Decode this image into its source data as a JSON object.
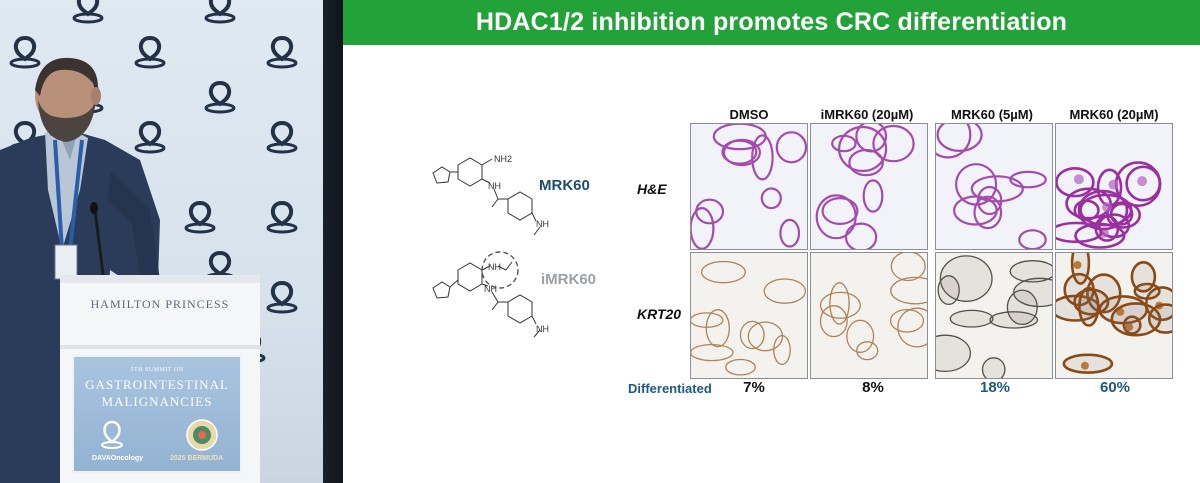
{
  "slide": {
    "title": "HDAC1/2 inhibition promotes CRC differentiation",
    "compounds": [
      {
        "name": "MRK60",
        "color": "#1e4e6b",
        "groups": [
          "NH2",
          "NH",
          "NH"
        ]
      },
      {
        "name": "iMRK60",
        "color": "#9aa0a6",
        "groups": [
          "NH",
          "NH",
          "NH"
        ]
      }
    ],
    "conditions": [
      "DMSO",
      "iMRK60 (20µM)",
      "MRK60 (5µM)",
      "MRK60 (20µM)"
    ],
    "stains": [
      "H&E",
      "KRT20"
    ],
    "outcome_label": "Differentiated",
    "percentages": [
      {
        "value": "7%",
        "color": "#111111"
      },
      {
        "value": "8%",
        "color": "#111111"
      },
      {
        "value": "18%",
        "color": "#1e5a7b"
      },
      {
        "value": "60%",
        "color": "#1e5a7b"
      }
    ]
  },
  "stage": {
    "venue": "HAMILTON PRINCESS",
    "podium_small_text": "5TH SUMMIT ON",
    "podium_line1": "GASTROINTESTINAL",
    "podium_line2": "MALIGNANCIES",
    "organizer": "DAVAOncology",
    "event": "2025 BERMUDA"
  }
}
